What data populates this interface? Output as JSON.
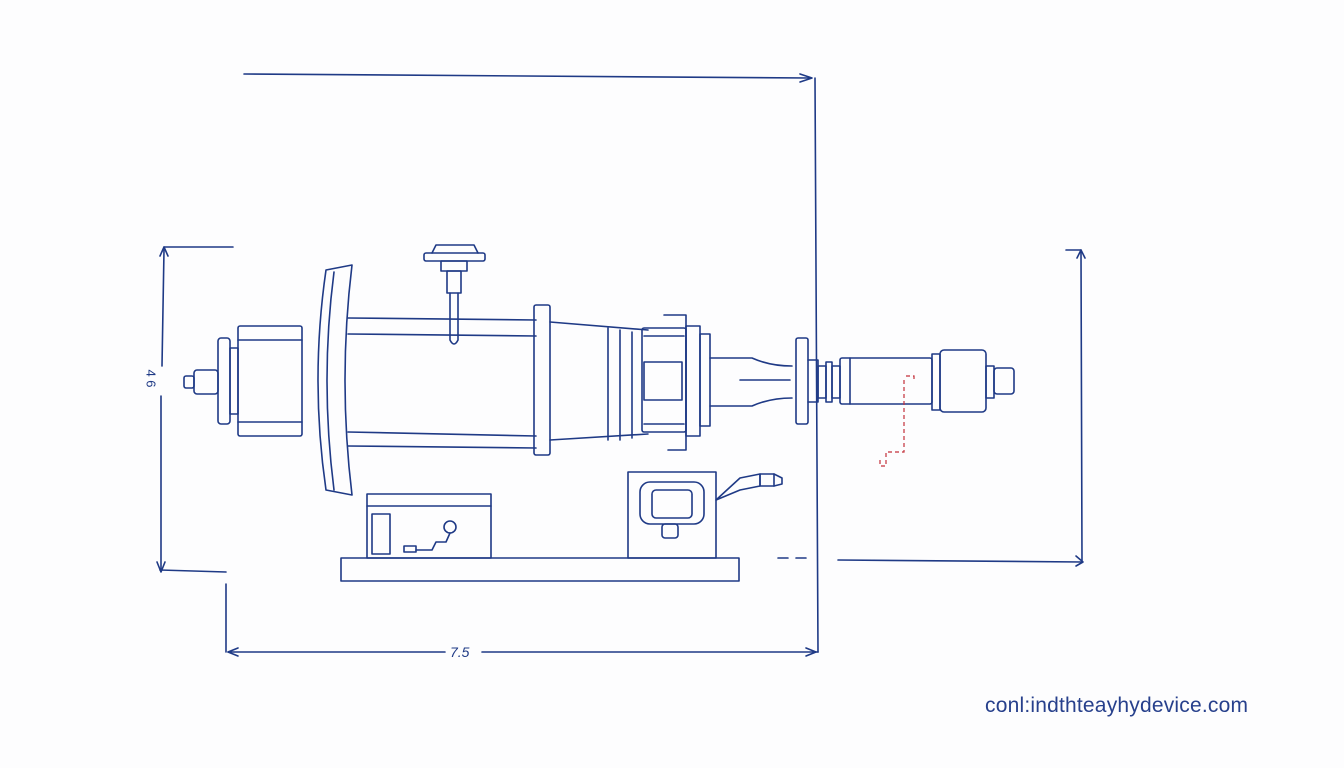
{
  "diagram": {
    "dimension_width_label": "7.5",
    "dimension_height_label": "4 6",
    "watermark_text": "conl:indthteayhydevice.com"
  },
  "colors": {
    "ink": "#1f3a86",
    "ink_light": "#3a55a6",
    "accent_red": "#c4303a",
    "paper": "#fdfdfe"
  }
}
